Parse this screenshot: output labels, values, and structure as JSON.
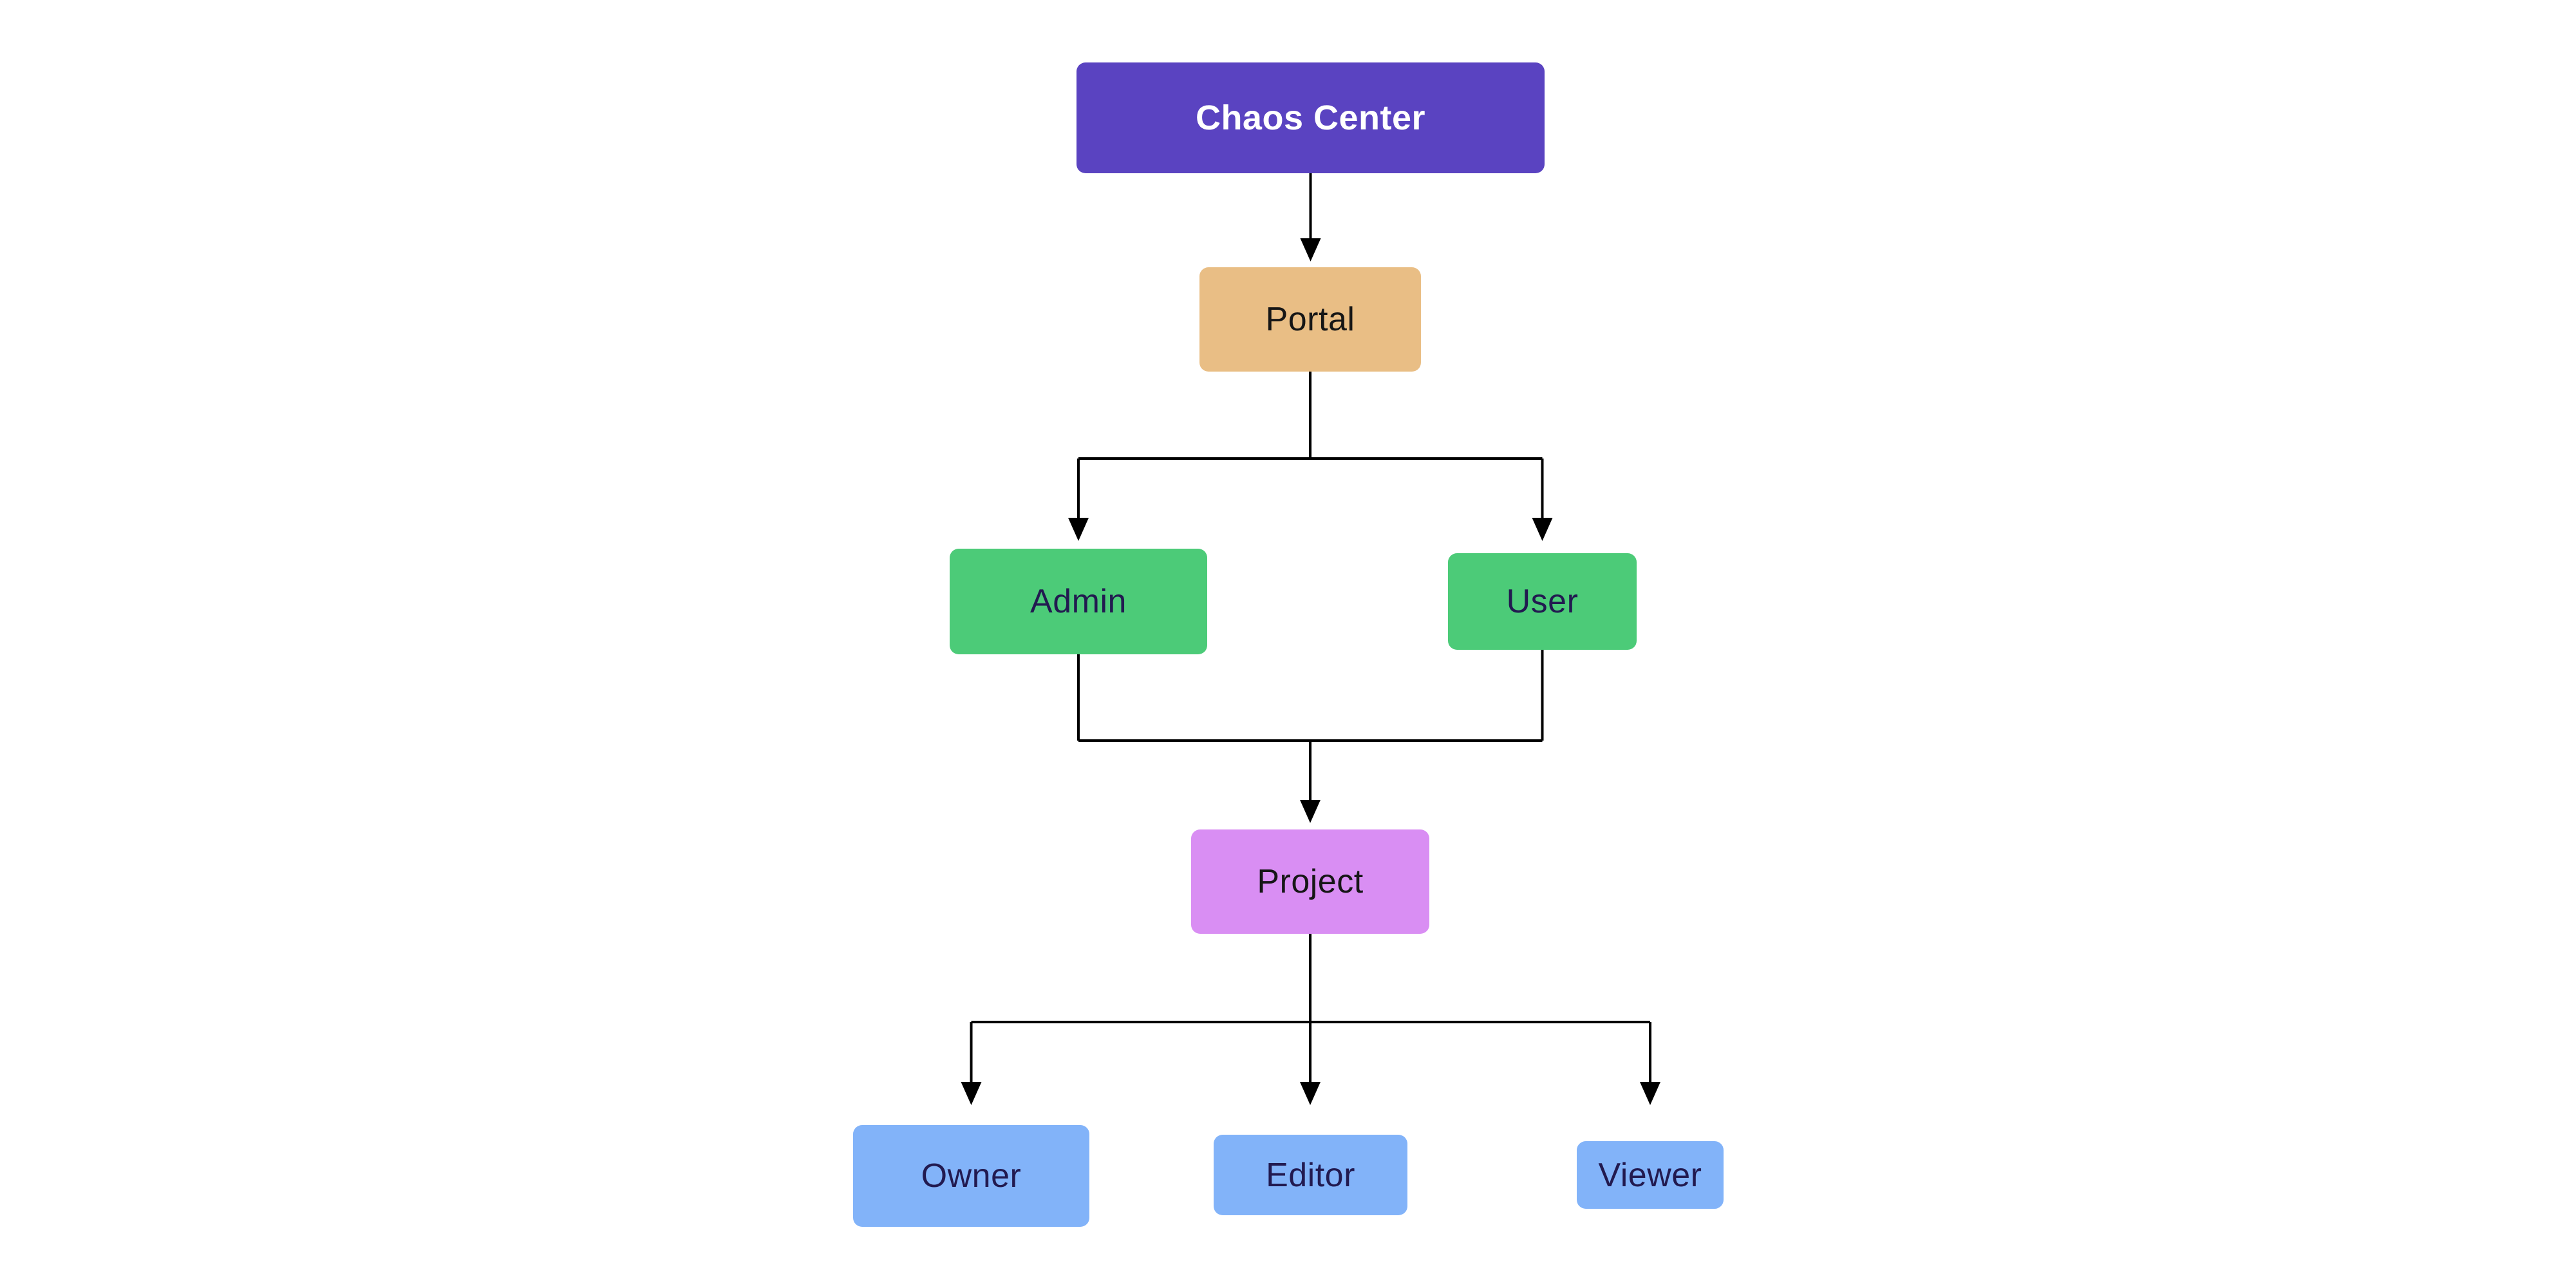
{
  "diagram": {
    "title_node": "Chaos Center",
    "background_color": "#ffffff",
    "line_color": "#000000",
    "nodes": [
      {
        "id": "chaos-center",
        "label": "Chaos Center",
        "bg": "#5a43c1",
        "text_color": "#ffffff",
        "bold": true
      },
      {
        "id": "portal",
        "label": "Portal",
        "bg": "#e9be85",
        "text_color": "#161616",
        "bold": false
      },
      {
        "id": "admin",
        "label": "Admin",
        "bg": "#4ccb78",
        "text_color": "#221a50",
        "bold": false
      },
      {
        "id": "user",
        "label": "User",
        "bg": "#4ccb78",
        "text_color": "#221a50",
        "bold": false
      },
      {
        "id": "project",
        "label": "Project",
        "bg": "#d98ef3",
        "text_color": "#161616",
        "bold": false
      },
      {
        "id": "owner",
        "label": "Owner",
        "bg": "#82b3f9",
        "text_color": "#221a50",
        "bold": false
      },
      {
        "id": "editor",
        "label": "Editor",
        "bg": "#82b3f9",
        "text_color": "#221a50",
        "bold": false
      },
      {
        "id": "viewer",
        "label": "Viewer",
        "bg": "#82b3f9",
        "text_color": "#221a50",
        "bold": false
      }
    ],
    "edges": [
      {
        "from": "Chaos Center",
        "to": "Portal"
      },
      {
        "from": "Portal",
        "to": "Admin"
      },
      {
        "from": "Portal",
        "to": "User"
      },
      {
        "from": "Admin",
        "to": "Project"
      },
      {
        "from": "User",
        "to": "Project"
      },
      {
        "from": "Project",
        "to": "Owner"
      },
      {
        "from": "Project",
        "to": "Editor"
      },
      {
        "from": "Project",
        "to": "Viewer"
      }
    ]
  }
}
